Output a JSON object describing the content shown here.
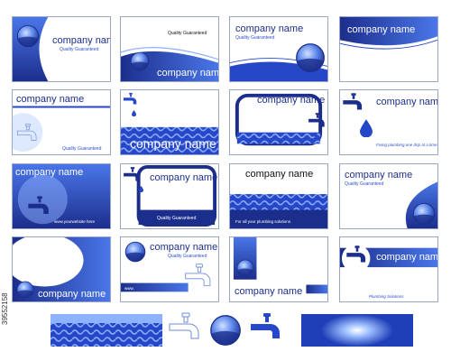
{
  "colors": {
    "blue_dark": "#1c2e8c",
    "blue_mid": "#2747c9",
    "blue_light": "#8fb2ff",
    "border": "#9aa6c8"
  },
  "icons": [
    "faucet-icon",
    "water-drop-icon",
    "globe-sphere-icon",
    "wave-pattern-icon"
  ],
  "cards": {
    "c1": {
      "company": "company name",
      "tagline": "Quality Guaranteed"
    },
    "c2": {
      "tagline": "Quality Guaranteed",
      "company": "company name"
    },
    "c3": {
      "company": "company name",
      "tagline": "Quality Guaranteed"
    },
    "c4": {
      "company": "company name"
    },
    "c5": {
      "company": "company name",
      "tagline": "Quality Guaranteed"
    },
    "c6": {
      "company": "company name"
    },
    "c7": {
      "company": "company name"
    },
    "c8": {
      "company": "company name",
      "slogan": "Fixing plumbing one drip at a time"
    },
    "c9": {
      "company": "company name",
      "website": "www.yourwebsite here"
    },
    "c10": {
      "company": "company name",
      "tagline": "Quality Guaranteed"
    },
    "c11": {
      "company": "company name",
      "slogan": "For all your plumbing solutions"
    },
    "c12": {
      "company": "company name",
      "tagline": "Quality Guaranteed"
    },
    "c13": {
      "company": "company name"
    },
    "c14": {
      "company": "company name",
      "tagline": "Quality Guaranteed",
      "website": "www."
    },
    "c15": {
      "company": "company name"
    },
    "c16": {
      "company": "company name",
      "slogan": "Plumbing Solutions"
    }
  },
  "stock_id": "39552158"
}
